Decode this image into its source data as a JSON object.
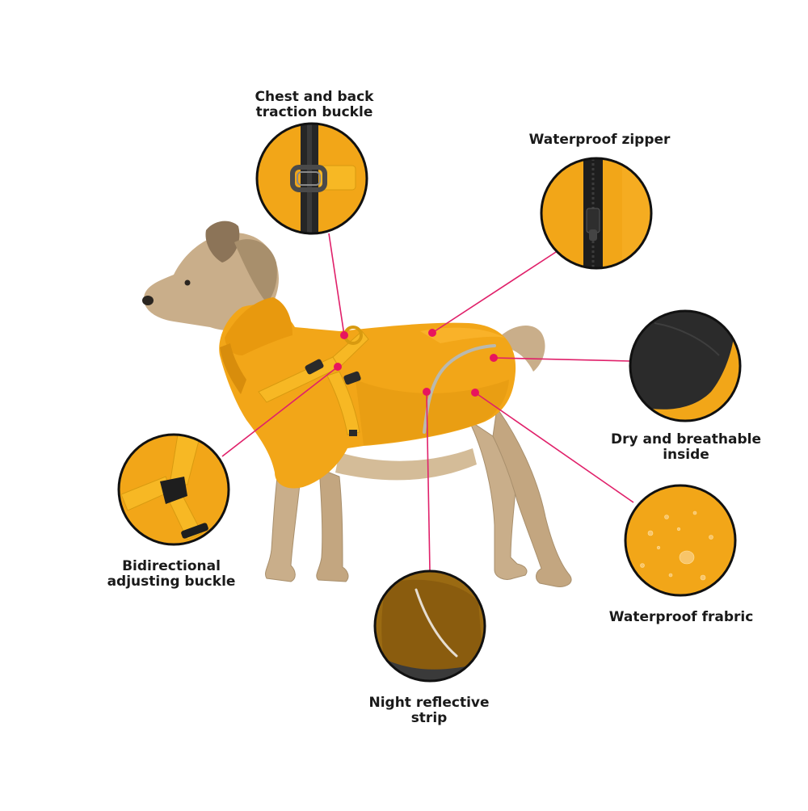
{
  "colors": {
    "coat": "#f2a618",
    "coat_shadow": "#d88d0c",
    "strap": "#f7b824",
    "leader_line": "#e0206a",
    "dot": "#e8155e",
    "ring": "#111111",
    "fur": "#c9ae8a",
    "fur_dark": "#8c7458",
    "lining": "#2b2b2b",
    "zipper": "#1e1e1e",
    "reflective": "#b9b9b0",
    "background": "#ffffff"
  },
  "callouts": [
    {
      "id": "chest-back-buckle",
      "icon": "buckle-closeup",
      "lines": [
        "Chest and back",
        "traction buckle"
      ]
    },
    {
      "id": "waterproof-zipper",
      "icon": "zipper-closeup",
      "lines": [
        "Waterproof zipper"
      ]
    },
    {
      "id": "dry-breathable",
      "icon": "lining-closeup",
      "lines": [
        "Dry and breathable",
        "inside"
      ]
    },
    {
      "id": "waterproof-fabric",
      "icon": "fabric-droplets-closeup",
      "lines": [
        "Waterproof frabric"
      ]
    },
    {
      "id": "night-reflective",
      "icon": "reflective-strip-closeup",
      "lines": [
        "Night reflective",
        "strip"
      ]
    },
    {
      "id": "bidirectional-buckle",
      "icon": "side-release-buckle-closeup",
      "lines": [
        "Bidirectional",
        "adjusting buckle"
      ]
    }
  ]
}
